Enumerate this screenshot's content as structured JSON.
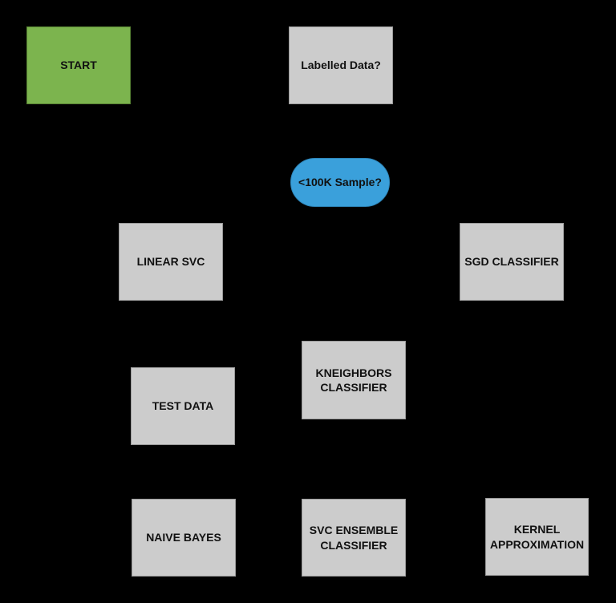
{
  "colors": {
    "background": "#000000",
    "start_fill": "#7cb44e",
    "start_border": "#568132",
    "process_fill": "#cccccc",
    "process_border": "#999999",
    "decision_fill": "#3aa0db",
    "decision_border": "#2e86ba",
    "label_text": "#111111"
  },
  "nodes": [
    {
      "id": "start",
      "label": "START",
      "type": "start"
    },
    {
      "id": "labelled-data",
      "label": "Labelled Data?",
      "type": "process"
    },
    {
      "id": "sample-size",
      "label": "<100K Sample?",
      "type": "decision"
    },
    {
      "id": "linear-svc",
      "label": "LINEAR SVC",
      "type": "process"
    },
    {
      "id": "sgd-classifier",
      "label": "SGD CLASSIFIER",
      "type": "process"
    },
    {
      "id": "kneighbors-classifier",
      "label": "KNEIGHBORS CLASSIFIER",
      "type": "process"
    },
    {
      "id": "test-data",
      "label": "TEST DATA",
      "type": "process"
    },
    {
      "id": "naive-bayes",
      "label": "NAIVE BAYES",
      "type": "process"
    },
    {
      "id": "svc-ensemble-classifier",
      "label": "SVC ENSEMBLE CLASSIFIER",
      "type": "process"
    },
    {
      "id": "kernel-approximation",
      "label": "KERNEL APPROXIMATION",
      "type": "process"
    }
  ]
}
